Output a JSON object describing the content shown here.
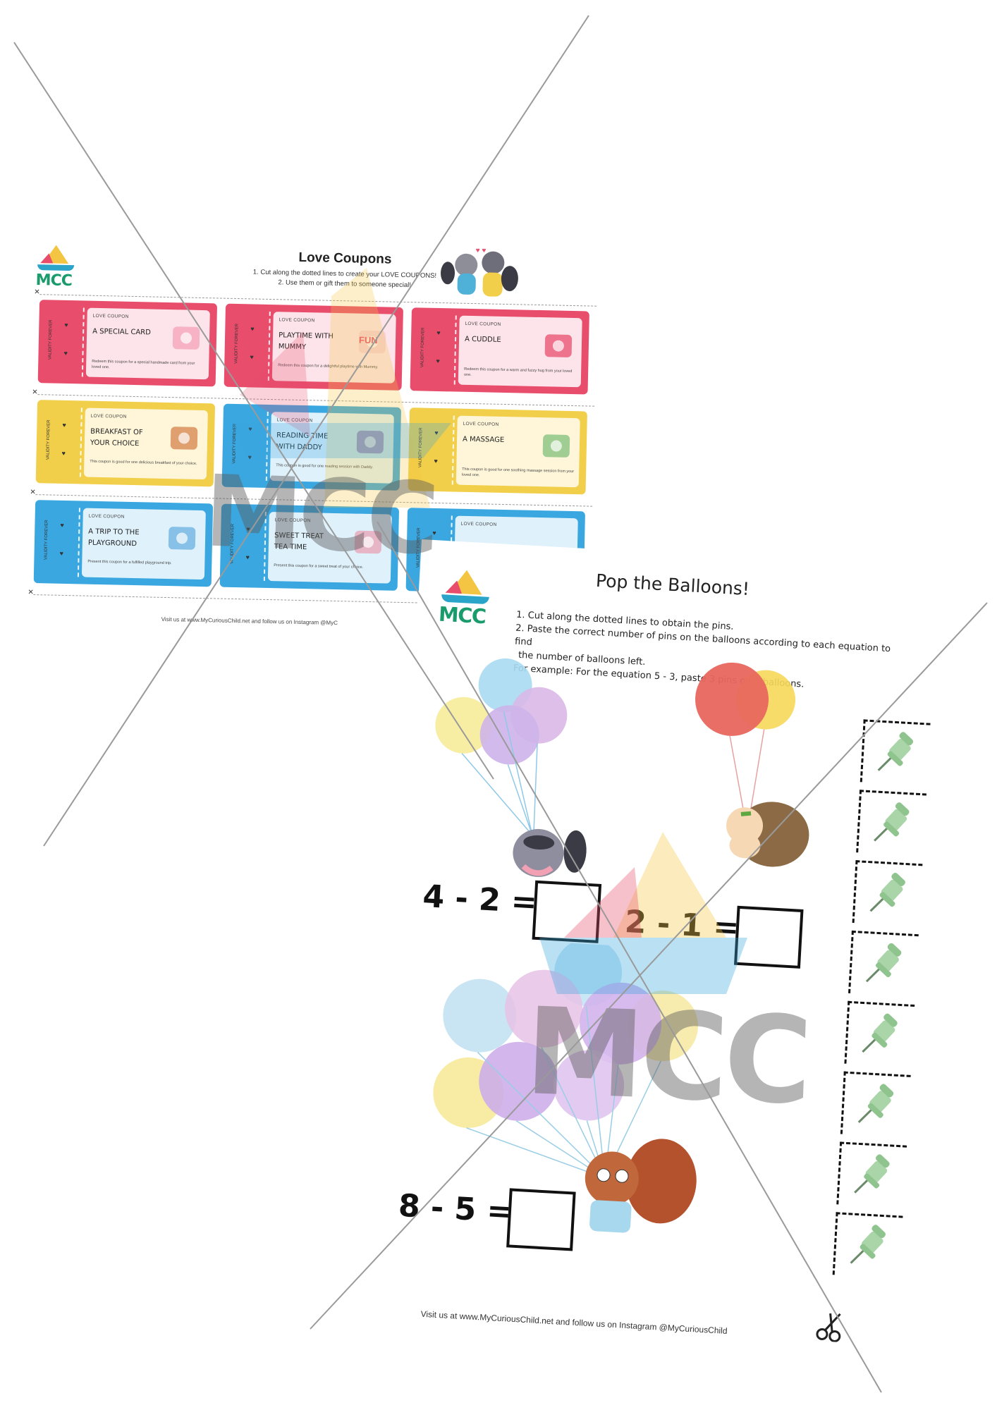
{
  "sheet1": {
    "logo_text": "MCC",
    "title": "Love Coupons",
    "instructions": [
      "1. Cut along the dotted lines to create your LOVE COUPONS!",
      "2. Use them or gift them to someone special!"
    ],
    "stub_text": "VALIDITY FOREVER",
    "coupon_label": "LOVE COUPON",
    "coupons": [
      {
        "name": "A SPECIAL CARD",
        "desc": "Redeem this coupon for a special handmade card from your loved one.",
        "color": "#e84d6c",
        "art": "envelope-heart-icon"
      },
      {
        "name": "PLAYTIME WITH MUMMY",
        "desc": "Redeem this coupon for a delightful playtime with Mummy.",
        "color": "#e84d6c",
        "art": "fun-icon",
        "art_text": "FUN"
      },
      {
        "name": "A CUDDLE",
        "desc": "Redeem this coupon for a warm and fuzzy hug from your loved one.",
        "color": "#e84d6c",
        "art": "hearts-icon"
      },
      {
        "name": "BREAKFAST OF YOUR CHOICE",
        "desc": "This coupon is good for one delicious breakfast of your choice.",
        "color": "#f2cf4a",
        "art": "breakfast-icon"
      },
      {
        "name": "READING TIME WITH DADDY",
        "desc": "This coupon is good for one reading session with Daddy.",
        "color": "#3aa7e0",
        "art": "books-icon"
      },
      {
        "name": "A MASSAGE",
        "desc": "This coupon is good for one soothing massage session from your loved one.",
        "color": "#f2cf4a",
        "art": "massage-icon"
      },
      {
        "name": "A TRIP TO THE PLAYGROUND",
        "desc": "Present this coupon for a fulfilled playground trip.",
        "color": "#3aa7e0",
        "art": "playground-icon"
      },
      {
        "name": "SWEET TREAT TEA TIME",
        "desc": "Present this coupon for a sweet treat of your choice.",
        "color": "#3aa7e0",
        "art": "tea-icon"
      },
      {
        "name": "",
        "desc": "",
        "color": "#3aa7e0",
        "art": ""
      }
    ],
    "footer": "Visit us at www.MyCuriousChild.net and follow us on Instagram @MyC"
  },
  "sheet2": {
    "logo_text": "MCC",
    "title": "Pop the Balloons!",
    "instructions": [
      "1. Cut along the dotted lines to obtain the pins.",
      "2. Paste the correct number of pins on the balloons according to each equation to find",
      "the number of balloons left.",
      "For example: For the equation 5 - 3, paste 3 pins on 3 balloons."
    ],
    "equations": [
      "4 - 2 =",
      "2 - 1 =",
      "8 - 5 ="
    ],
    "pin_count": 8,
    "footer": "Visit us at www.MyCuriousChild.net and follow us on Instagram @MyCuriousChild"
  },
  "watermark_text": "MCC",
  "colors": {
    "pink": "#e84d6c",
    "yellow": "#f2cf4a",
    "blue": "#3aa7e0",
    "brand_green": "#1a9b6b"
  }
}
